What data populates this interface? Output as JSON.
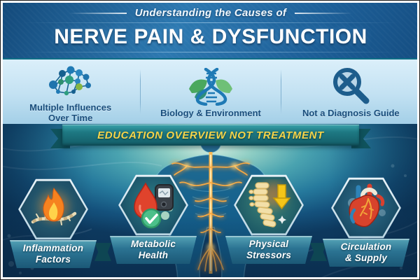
{
  "header": {
    "eyebrow": "Understanding the Causes of",
    "title": "NERVE PAIN & DYSFUNCTION"
  },
  "principles": [
    {
      "line1": "Multiple Influences",
      "line2": "Over Time",
      "icon": "network-nodes-icon"
    },
    {
      "line1": "Biology & Environment",
      "line2": "",
      "icon": "dna-leaves-icon"
    },
    {
      "line1": "Not a Diagnosis Guide",
      "line2": "",
      "icon": "magnifier-x-icon"
    }
  ],
  "banner": {
    "label": "EDUCATION OVERVIEW NOT TREATMENT"
  },
  "factors": [
    {
      "line1": "Inflammation",
      "line2": "Factors",
      "icon": "flame-nerve-icon"
    },
    {
      "line1": "Metabolic",
      "line2": "Health",
      "icon": "blood-glucose-check-icon"
    },
    {
      "line1": "Physical",
      "line2": "Stressors",
      "icon": "spine-compression-arrow-icon"
    },
    {
      "line1": "Circulation",
      "line2": "& Supply",
      "icon": "heart-vessels-icon"
    }
  ],
  "colors": {
    "header_blue": "#1d5c94",
    "panel_light_blue": "#c2e1f2",
    "ribbon_teal": "#1e7983",
    "ribbon_text_yellow": "#f6d44a",
    "nerve_glow_orange": "#ffab3a",
    "deep_background_blue": "#0e3c63",
    "label_dark_blue": "#1a4e7c"
  }
}
